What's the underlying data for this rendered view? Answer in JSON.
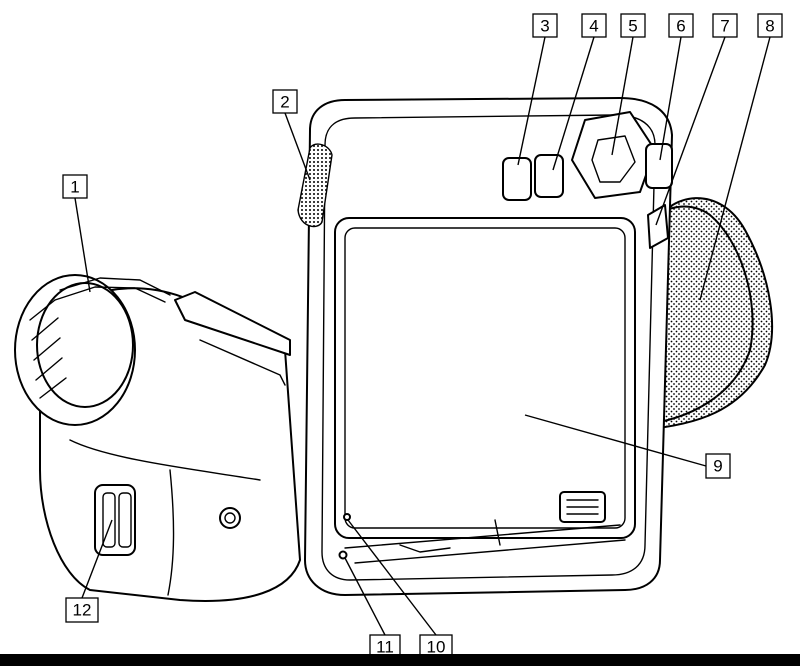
{
  "callouts": [
    {
      "id": "1",
      "label": "1"
    },
    {
      "id": "2",
      "label": "2"
    },
    {
      "id": "3",
      "label": "3"
    },
    {
      "id": "4",
      "label": "4"
    },
    {
      "id": "5",
      "label": "5"
    },
    {
      "id": "6",
      "label": "6"
    },
    {
      "id": "7",
      "label": "7"
    },
    {
      "id": "8",
      "label": "8"
    },
    {
      "id": "9",
      "label": "9"
    },
    {
      "id": "10",
      "label": "10"
    },
    {
      "id": "11",
      "label": "11"
    },
    {
      "id": "12",
      "label": "12"
    }
  ],
  "colors": {
    "ink": "#000000",
    "background": "#ffffff",
    "bottom_band": "#000000"
  }
}
